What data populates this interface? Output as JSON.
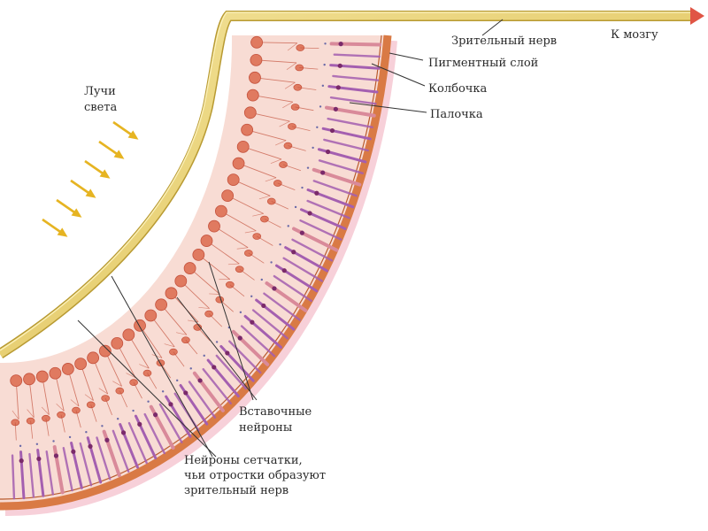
{
  "labels": {
    "light_rays_line1": "Лучи",
    "light_rays_line2": "света",
    "optic_nerve": "Зрительный нерв",
    "to_brain": "К мозгу",
    "pigment_layer": "Пигментный слой",
    "cone": "Колбочка",
    "rod": "Палочка",
    "interneurons_line1": "Вставочные",
    "interneurons_line2": "нейроны",
    "ganglion_line1": "Нейроны сетчатки,",
    "ganglion_line2": "чьи отростки образуют",
    "ganglion_line3": "зрительный нерв"
  },
  "colors": {
    "nerve": "#e8cf6e",
    "nerve_edge": "#b89a32",
    "arrow": "#e6b422",
    "tissue": "#f6d6cf",
    "neuron": "#e07a60",
    "neuron_dark": "#c4523d",
    "rod": "#a45fb0",
    "cone": "#d98a9a",
    "pigment": "#d97a45",
    "to_brain_arrow": "#e05545"
  }
}
